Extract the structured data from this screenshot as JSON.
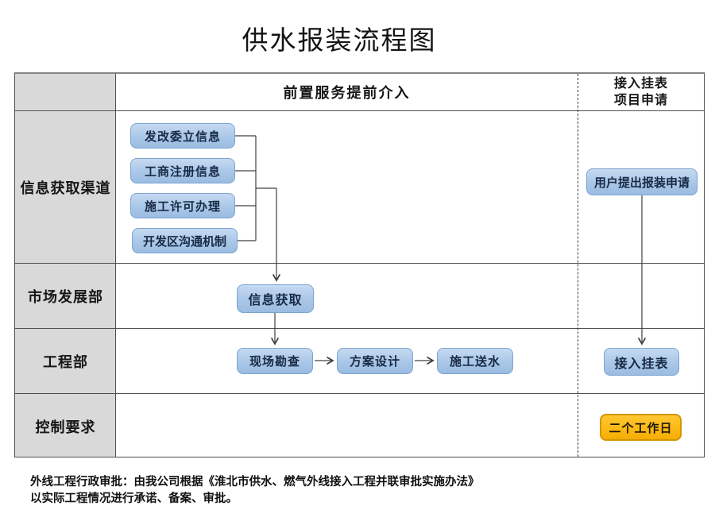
{
  "title": "供水报装流程图",
  "table": {
    "header": {
      "pre_service": "前置服务提前介入",
      "right_line1": "接入挂表",
      "right_line2": "项目申请"
    },
    "row_labels": [
      "信息获取渠道",
      "市场发展部",
      "工程部",
      "控制要求"
    ]
  },
  "flowchart": {
    "info_channels": [
      "发改委立信息",
      "工商注册信息",
      "施工许可办理",
      "开发区沟通机制"
    ],
    "market_step": "信息获取",
    "engineering_steps": [
      "现场勘查",
      "方案设计",
      "施工送水"
    ],
    "apply_step": "用户提出报装申请",
    "meter_step": "接入挂表",
    "control_requirement": "二个工作日"
  },
  "footer": {
    "line1": "外线工程行政审批：由我公司根据《淮北市供水、燃气外线接入工程并联审批实施办法》",
    "line2": "以实际工程情况进行承诺、备案、审批。"
  },
  "colors": {
    "process_box_fill": "#a9c7e8",
    "process_box_border": "#7da4d2",
    "highlight_box_fill": "#fcb813",
    "highlight_box_border": "#d29500",
    "row_header_fill": "#d9d9d9",
    "connector_line": "#404040"
  }
}
